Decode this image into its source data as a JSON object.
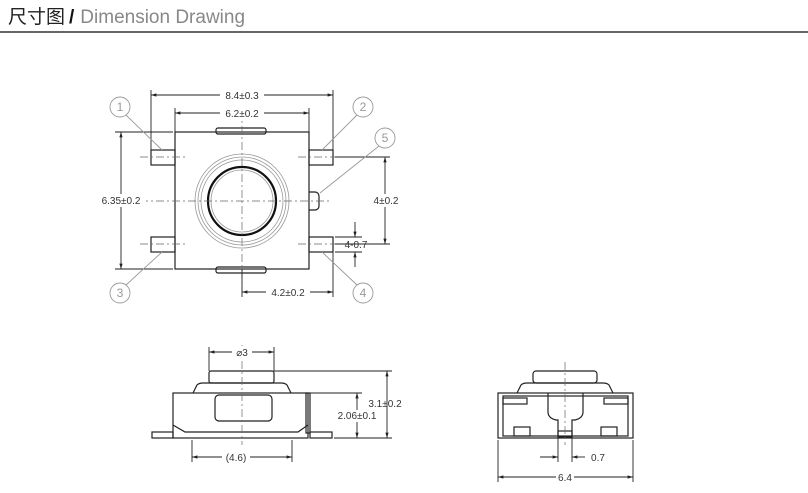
{
  "header": {
    "title_cn": "尺寸图",
    "separator": "/",
    "title_en": "Dimension Drawing"
  },
  "top_view": {
    "dim_overall_width": "8.4±0.3",
    "dim_body_width": "6.2±0.2",
    "dim_body_height": "6.35±0.2",
    "dim_pin_pitch": "4±0.2",
    "dim_pin_width": "4-0.7",
    "dim_pin_offset": "4.2±0.2",
    "callouts": [
      "1",
      "2",
      "3",
      "4",
      "5"
    ]
  },
  "side_view": {
    "dim_button_diameter": "⌀3",
    "dim_total_height": "3.1±0.2",
    "dim_body_height": "2.06±0.1",
    "dim_base_width": "(4.6)"
  },
  "front_view": {
    "dim_width": "6.4",
    "dim_terminal": "0.7"
  }
}
